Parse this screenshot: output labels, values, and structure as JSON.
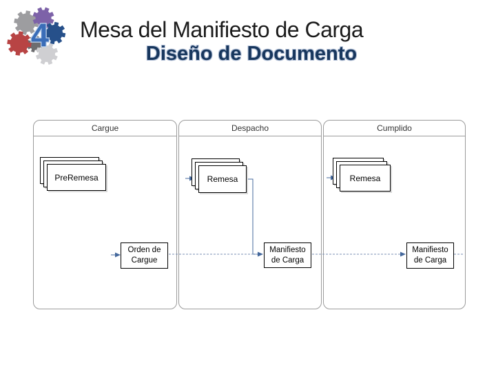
{
  "logo": {
    "number": "4"
  },
  "header": {
    "title": "Mesa del Manifiesto de Carga",
    "subtitle": "Diseño de Documento"
  },
  "diagram": {
    "lanes": [
      {
        "name": "Cargue"
      },
      {
        "name": "Despacho"
      },
      {
        "name": "Cumplido"
      }
    ],
    "nodes": {
      "pre_remesa": {
        "label": "PreRemesa"
      },
      "remesa_despacho": {
        "label": "Remesa"
      },
      "remesa_cumplido": {
        "label": "Remesa"
      },
      "orden_cargue": {
        "label": "Orden de Cargue"
      },
      "manifiesto_despacho": {
        "label": "Manifiesto de Carga"
      },
      "manifiesto_cumplido": {
        "label": "Manifiesto de Carga"
      }
    }
  },
  "colors": {
    "connector": "#44689c",
    "connector_dashed": "#7b92b5",
    "subtitle_fill": "#17365d",
    "subtitle_outline": "#b6c3d9",
    "lane_border": "#9a9a9a",
    "number_fill": "#3a6db8",
    "number_outline": "#c4d5ec",
    "gear_gray": "#9d9da0",
    "gear_purple": "#7d62a8",
    "gear_blue": "#26508a",
    "gear_red": "#b84444",
    "gear_darkgray": "#6d6d70",
    "gear_lightgray": "#cfcfd2"
  }
}
